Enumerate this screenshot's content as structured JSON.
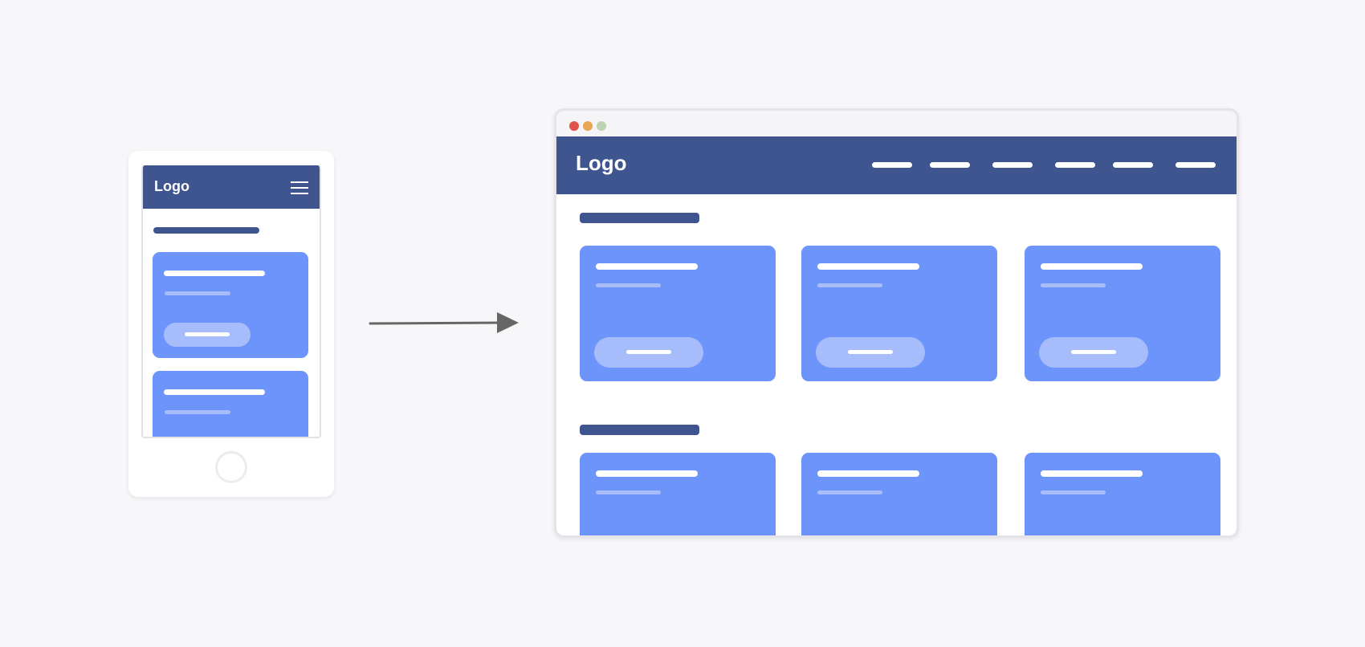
{
  "mobile": {
    "logo": "Logo",
    "menu_icon": "hamburger-icon",
    "cards_visible": 2
  },
  "desktop": {
    "logo": "Logo",
    "window_controls": {
      "close": "#e0534a",
      "minimize": "#e8a552",
      "maximize": "#bcd5b0"
    },
    "nav_items": 6,
    "sections": 2,
    "cards_per_row": 3
  },
  "arrow": {
    "direction": "right",
    "color": "#666666"
  },
  "colors": {
    "header": "#3f558f",
    "card": "#6d94fb",
    "button": "#a7bdfb",
    "background": "#f7f6f9"
  }
}
